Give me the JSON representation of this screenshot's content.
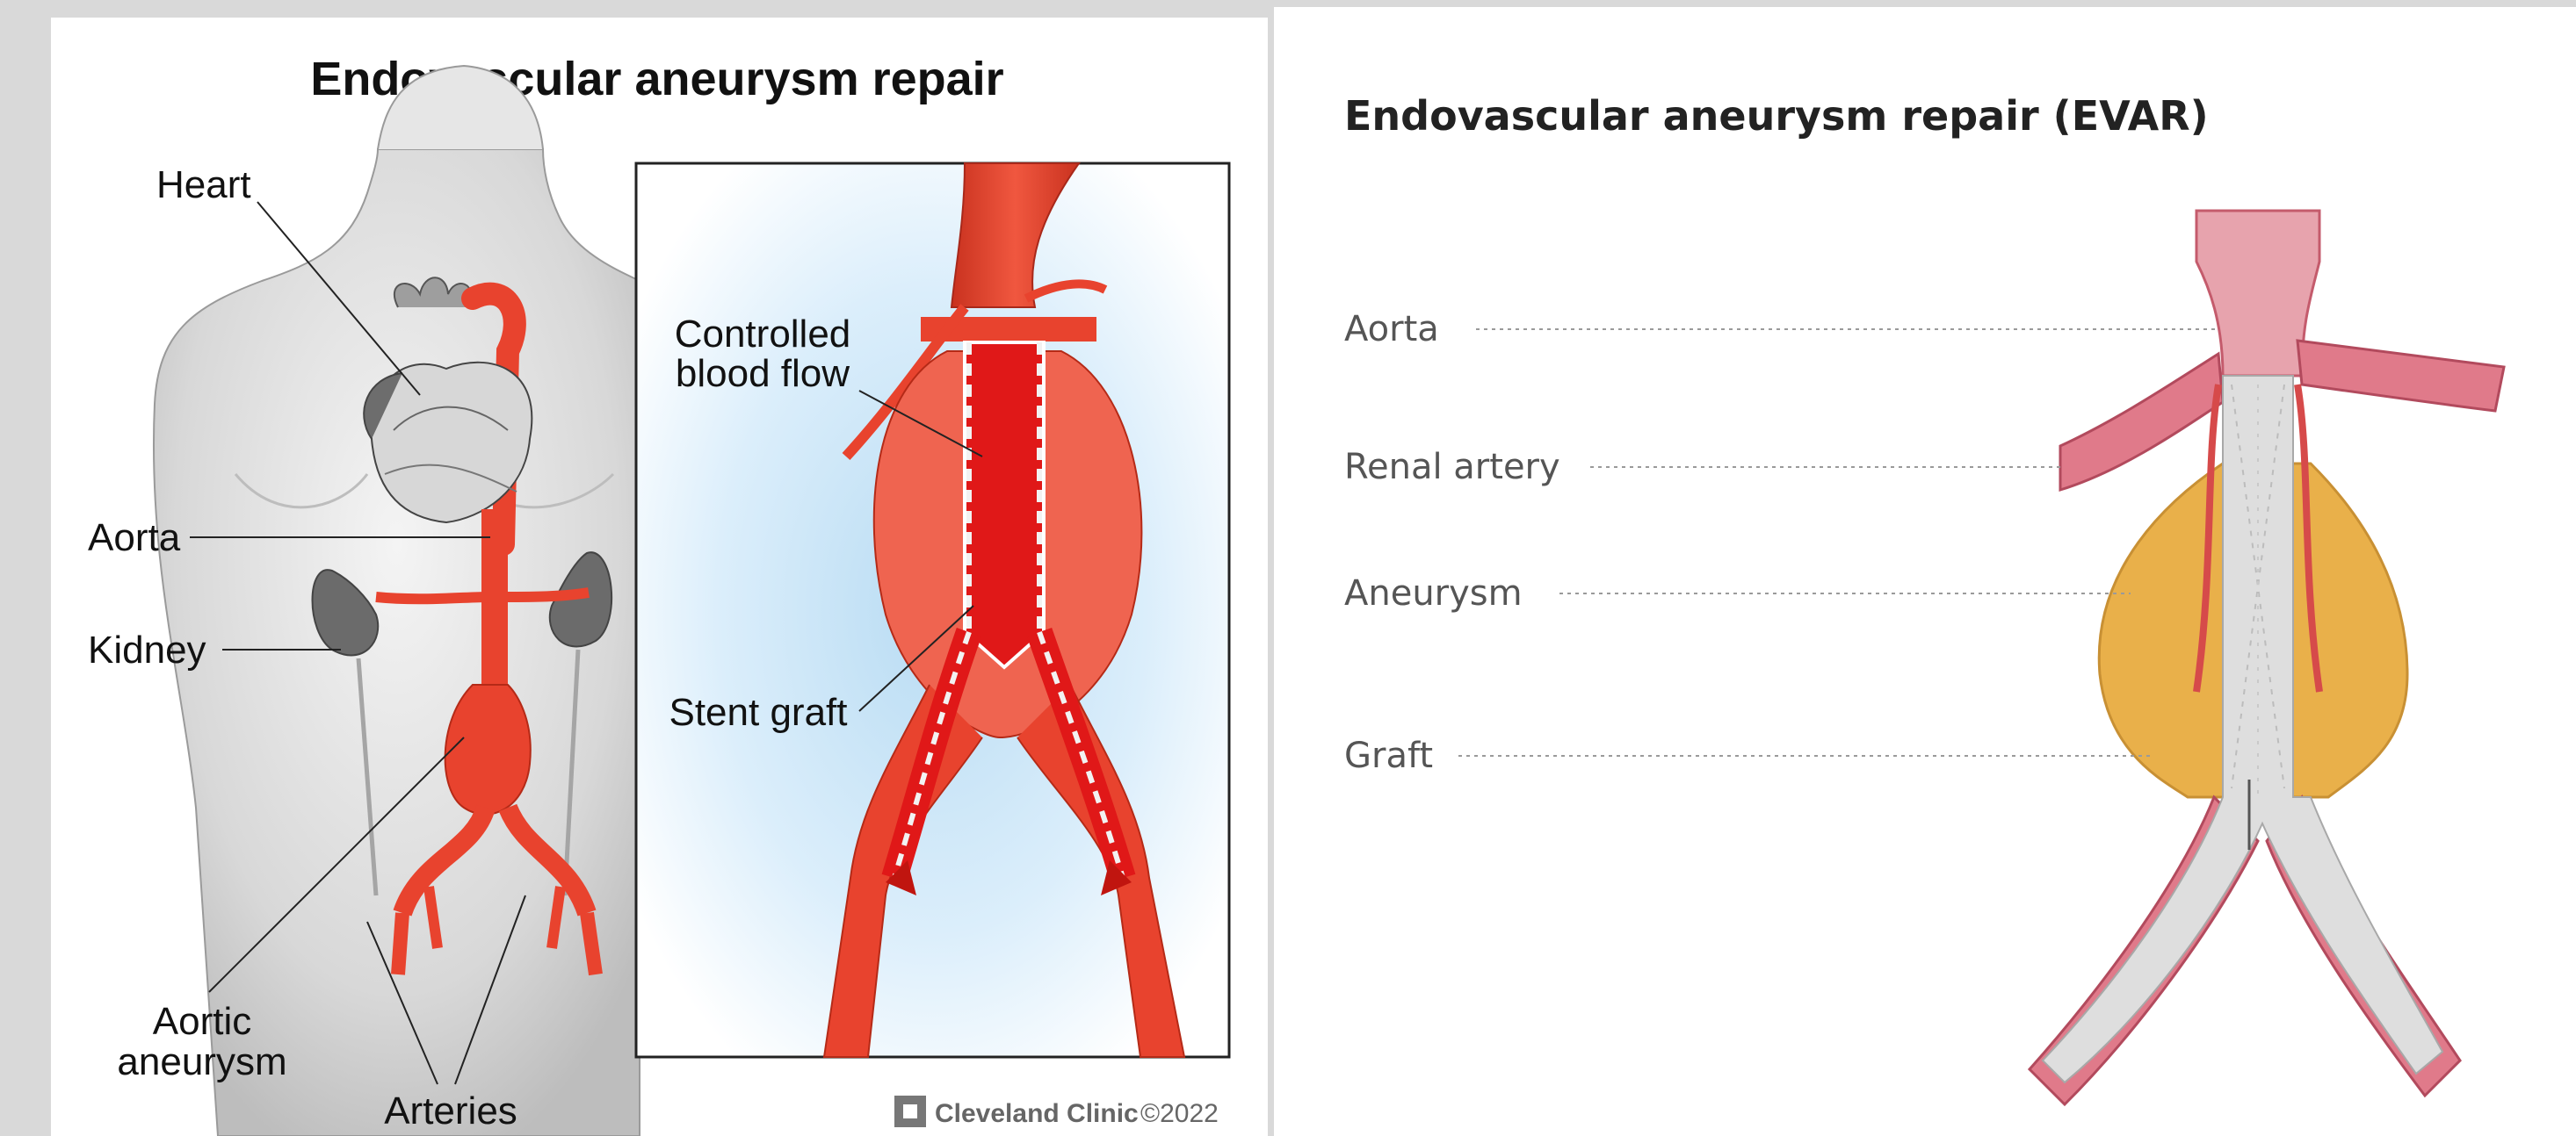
{
  "left_figure": {
    "title": "Endovascular aneurysm repair",
    "labels": {
      "heart": "Heart",
      "aorta": "Aorta",
      "kidney": "Kidney",
      "aortic_aneurysm_line1": "Aortic",
      "aortic_aneurysm_line2": "aneurysm",
      "arteries": "Arteries",
      "controlled_flow_line1": "Controlled",
      "controlled_flow_line2": "blood flow",
      "stent_graft": "Stent graft"
    },
    "credit": {
      "brand": "Cleveland Clinic",
      "copyright": "©2022"
    }
  },
  "right_figure": {
    "title": "Endovascular aneurysm repair (EVAR)",
    "labels": {
      "aorta": "Aorta",
      "renal_artery": "Renal artery",
      "aneurysm": "Aneurysm",
      "graft": "Graft"
    }
  },
  "colors": {
    "artery_red": "#e8432e",
    "stent_red": "#e01818",
    "kidney_gray": "#6b6b6b",
    "aneurysm_yellow": "#e9b04a",
    "vessel_pink": "#e07a8a",
    "graft_mesh": "#dedede"
  }
}
